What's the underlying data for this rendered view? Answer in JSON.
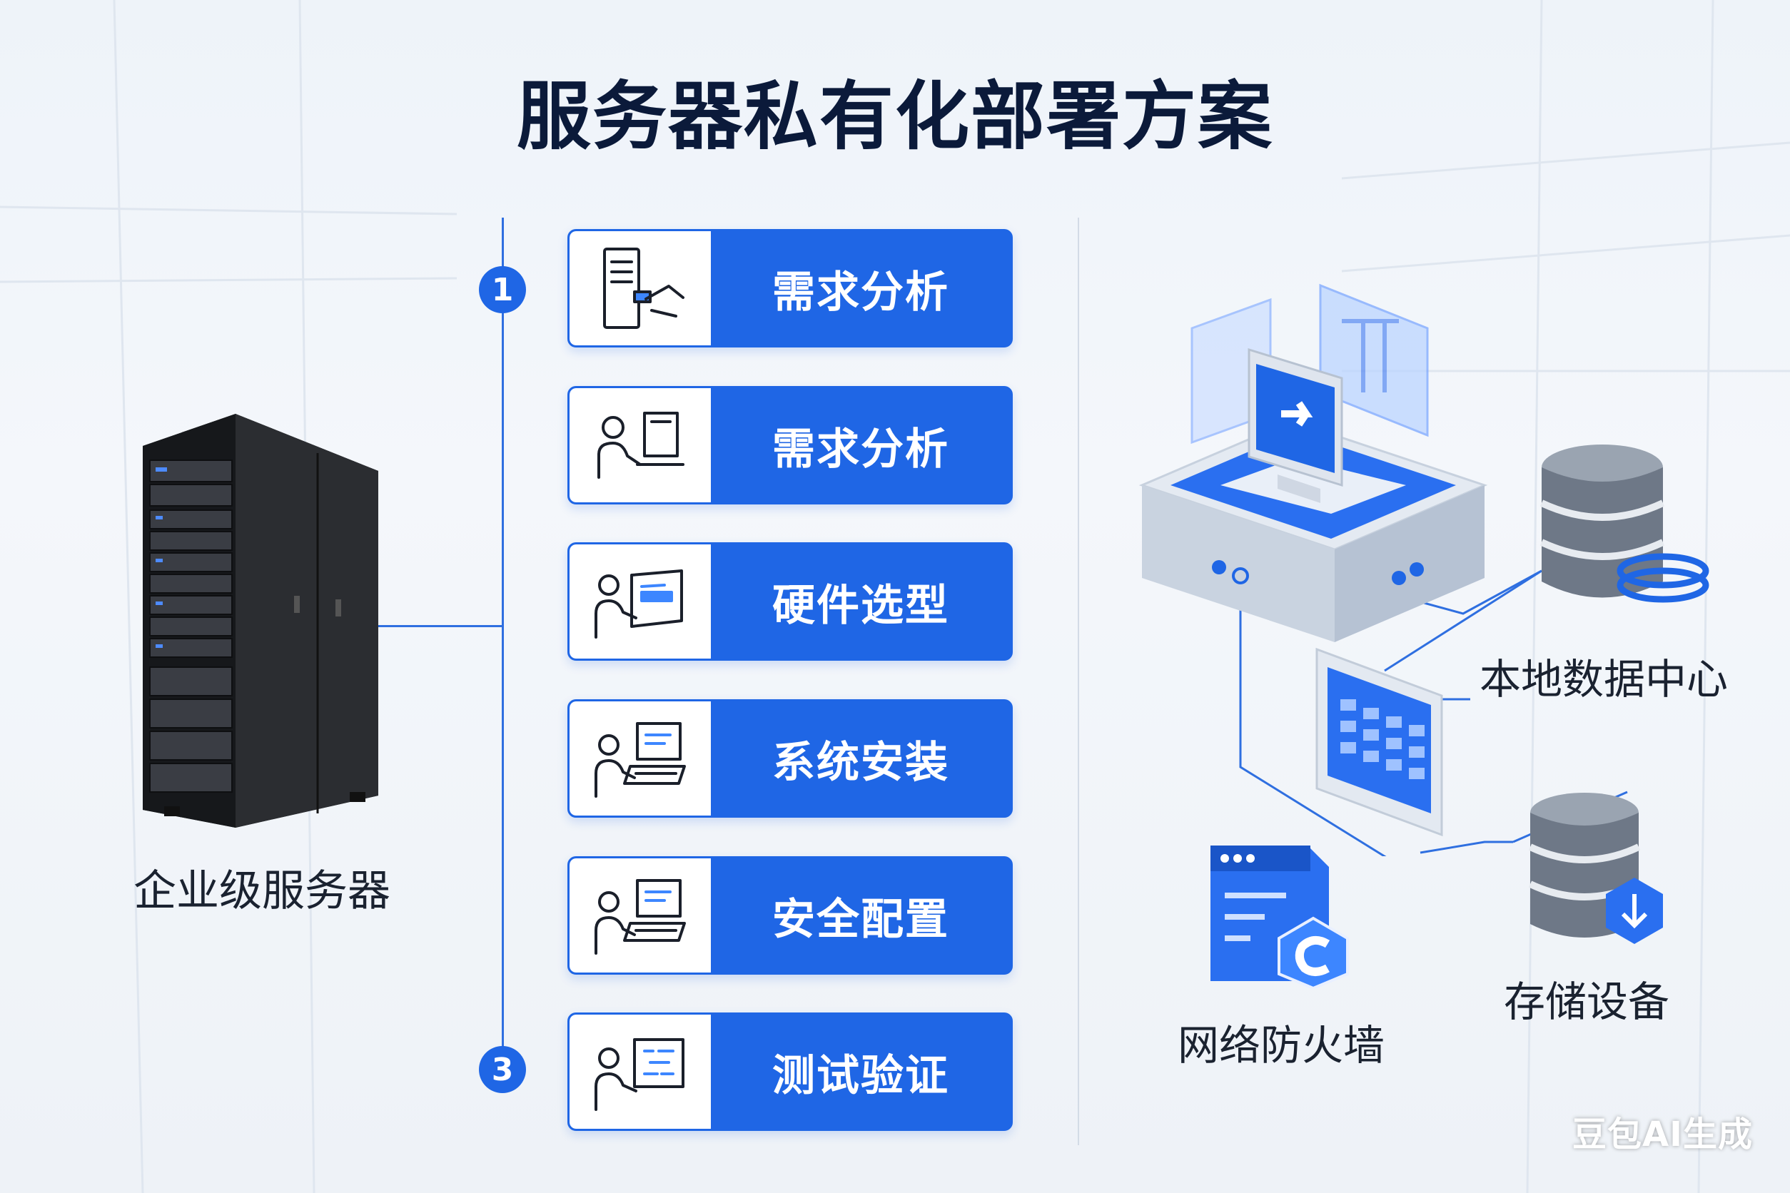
{
  "title": "服务器私有化部署方案",
  "server": {
    "label": "企业级服务器"
  },
  "timeline": {
    "markers": [
      "1",
      "3"
    ]
  },
  "steps": [
    {
      "label": "需求分析",
      "icon": "server-card-icon"
    },
    {
      "label": "需求分析",
      "icon": "person-laptop-icon"
    },
    {
      "label": "硬件选型",
      "icon": "person-screen-icon"
    },
    {
      "label": "系统安装",
      "icon": "person-computer-icon"
    },
    {
      "label": "安全配置",
      "icon": "person-computer-icon"
    },
    {
      "label": "测试验证",
      "icon": "person-board-icon"
    }
  ],
  "network": {
    "nodes": [
      {
        "label": "本地数据中心",
        "icon": "database-ring-icon"
      },
      {
        "label": "存储设备",
        "icon": "database-download-icon"
      },
      {
        "label": "网络防火墙",
        "icon": "firewall-document-icon"
      }
    ]
  },
  "watermark": "豆包AI生成",
  "colors": {
    "accent": "#1f66e5",
    "title": "#0b1a3a",
    "line": "#2f6fe0"
  }
}
